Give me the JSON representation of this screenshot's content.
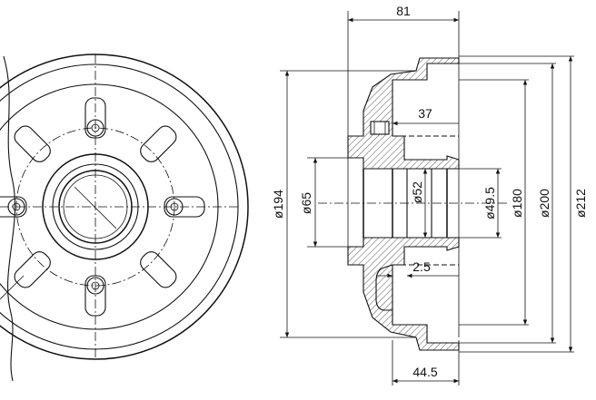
{
  "dimensions": {
    "width_81": "81",
    "depth_37": "37",
    "offset_2_5": "2.5",
    "width_44_5": "44.5",
    "dia_194": "ø194",
    "dia_65": "ø65",
    "dia_52": "ø52",
    "dia_49_5": "ø49.5",
    "dia_180": "ø180",
    "dia_200": "ø200",
    "dia_212": "ø212"
  }
}
